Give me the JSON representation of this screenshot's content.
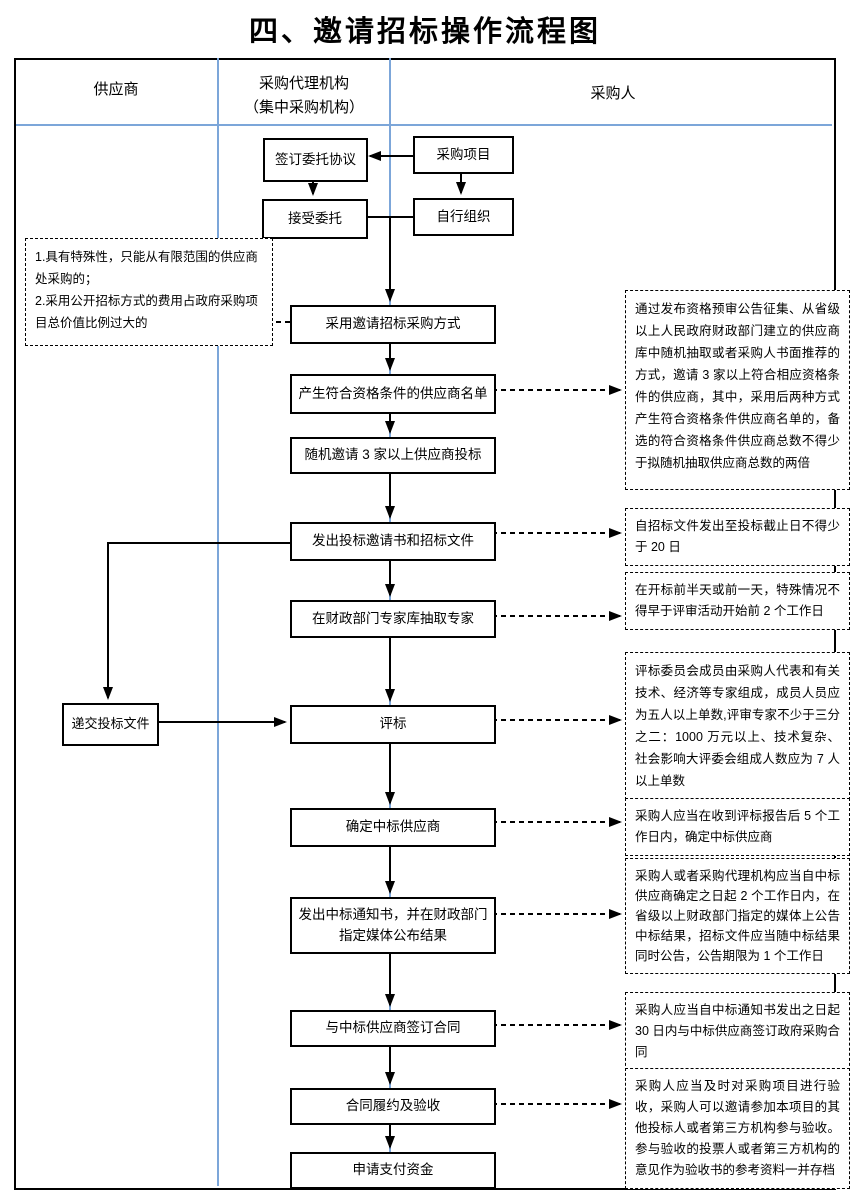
{
  "page_title": "四、邀请招标操作流程图",
  "lanes": {
    "supplier": "供应商",
    "agency": "采购代理机构\n（集中采购机构）",
    "purchaser": "采购人"
  },
  "flow": {
    "procurement_project": "采购项目",
    "sign_agreement": "签订委托协议",
    "accept_entrustment": "接受委托",
    "self_organize": "自行组织",
    "adopt_invitation_method": "采用邀请招标采购方式",
    "generate_supplier_list": "产生符合资格条件的供应商名单",
    "random_invite_three": "随机邀请 3 家以上供应商投标",
    "issue_invitation_documents": "发出投标邀请书和招标文件",
    "draw_experts": "在财政部门专家库抽取专家",
    "submit_bid_documents": "递交投标文件",
    "bid_evaluation": "评标",
    "determine_winner": "确定中标供应商",
    "issue_award_notice": "发出中标通知书，并在财政部门\n指定媒体公布结果",
    "sign_contract": "与中标供应商签订合同",
    "performance_acceptance": "合同履约及验收",
    "apply_payment": "申请支付资金"
  },
  "notes": {
    "left_condition_1": "1.具有特殊性，只能从有限范围的供应商处采购的；",
    "left_condition_2": "2.采用公开招标方式的费用占政府采购项目总价值比例过大的",
    "qualification_source": "通过发布资格预审公告征集、从省级以上人民政府财政部门建立的供应商库中随机抽取或者采购人书面推荐的方式，邀请 3 家以上符合相应资格条件的供应商，其中，采用后两种方式产生符合资格条件供应商名单的，备选的符合资格条件供应商总数不得少于拟随机抽取供应商总数的两倍",
    "deadline_20_days": "自招标文件发出至投标截止日不得少于 20 日",
    "expert_drawing_time": "在开标前半天或前一天，特殊情况不得早于评审活动开始前 2 个工作日",
    "evaluation_committee": "评标委员会成员由采购人代表和有关技术、经济等专家组成，成员人员应为五人以上单数,评审专家不少于三分之二：1000 万元以上、技术复杂、社会影响大评委会组成人数应为 7 人以上单数",
    "determine_within_5_days": "采购人应当在收到评标报告后 5 个工作日内，确定中标供应商",
    "announce_result": "采购人或者采购代理机构应当自中标供应商确定之日起 2 个工作日内，在省级以上财政部门指定的媒体上公告中标结果，招标文件应当随中标结果同时公告，公告期限为 1 个工作日",
    "contract_within_30_days": "采购人应当自中标通知书发出之日起 30 日内与中标供应商签订政府采购合同",
    "acceptance_rule": "采购人应当及时对采购项目进行验收，采购人可以邀请参加本项目的其他投标人或者第三方机构参与验收。参与验收的投票人或者第三方机构的意见作为验收书的参考资料一并存档"
  },
  "colors": {
    "lane_line": "#7ca6d9",
    "border": "#000000",
    "background": "#ffffff"
  }
}
